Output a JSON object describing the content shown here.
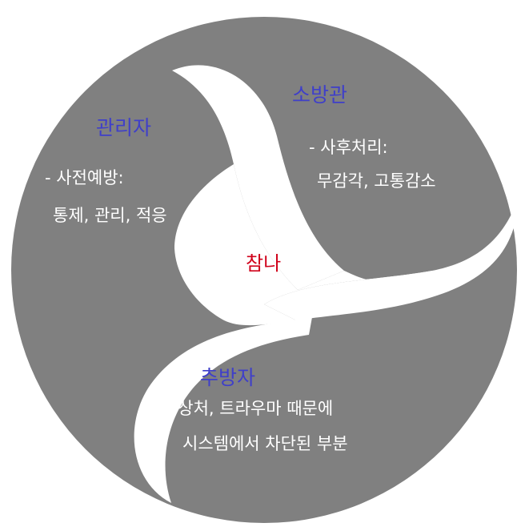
{
  "diagram": {
    "center": {
      "label": "참나",
      "color": "#d0021b"
    },
    "parts": [
      {
        "id": "manager",
        "title": "관리자",
        "lines": [
          "- 사전예방:",
          "통제, 관리, 적응"
        ]
      },
      {
        "id": "firefighter",
        "title": "소방관",
        "lines": [
          "- 사후처리:",
          "무감각, 고통감소"
        ]
      },
      {
        "id": "exile",
        "title": "추방자",
        "lines": [
          "- 상처, 트라우마 때문에",
          "시스템에서 차단된 부분"
        ]
      }
    ],
    "colors": {
      "segment": "#808080",
      "title": "#3f3fc9",
      "body": "#ffffff",
      "background": "#ffffff"
    }
  }
}
